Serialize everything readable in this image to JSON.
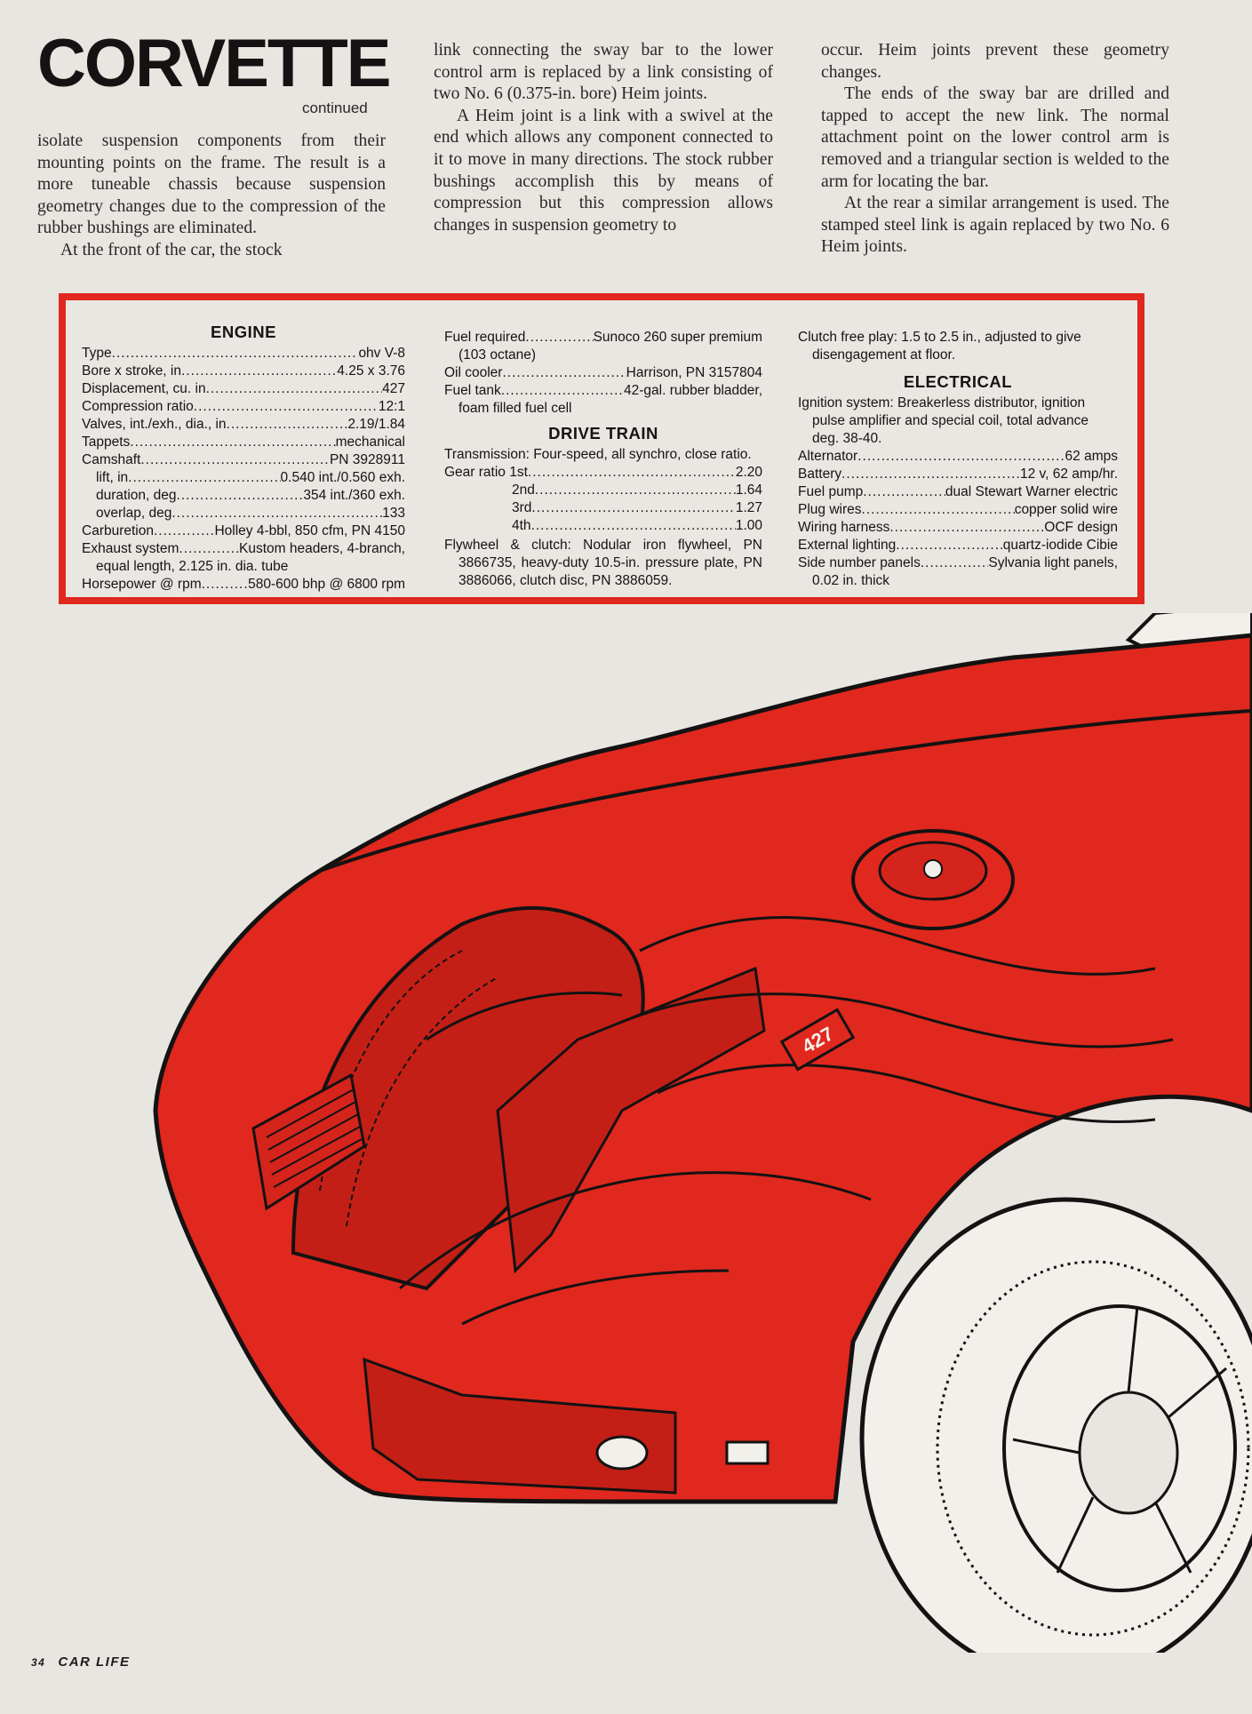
{
  "header": {
    "title": "CORVETTE",
    "subtitle": "continued"
  },
  "article": {
    "col1": [
      "isolate suspension components from their mounting points on the frame. The result is a more tuneable chassis because suspension geometry changes due to the compression of the rubber bushings are eliminated.",
      "At the front of the car, the stock"
    ],
    "col2": [
      "link connecting the sway bar to the lower control arm is replaced by a link consisting of two No. 6 (0.375-in. bore) Heim joints.",
      "A Heim joint is a link with a swivel at the end which allows any component connected to it to move in many directions. The stock rubber bushings accomplish this by means of compression but this compression allows changes in suspension geometry to"
    ],
    "col3": [
      "occur. Heim joints prevent these geometry changes.",
      "The ends of the sway bar are drilled and tapped to accept the new link. The normal attachment point on the lower control arm is removed and a triangular section is welded to the arm for locating the bar.",
      "At the rear a similar arrangement is used. The stamped steel link is again replaced by two No. 6 Heim joints."
    ]
  },
  "specs": {
    "engine": {
      "heading": "ENGINE",
      "type": {
        "label": "Type",
        "value": "ohv V-8"
      },
      "bore": {
        "label": "Bore x stroke, in",
        "value": "4.25 x 3.76"
      },
      "displacement": {
        "label": "Displacement, cu. in",
        "value": "427"
      },
      "compression": {
        "label": "Compression ratio",
        "value": "12:1"
      },
      "valves": {
        "label": "Valves, int./exh., dia., in",
        "value": "2.19/1.84"
      },
      "tappets": {
        "label": "Tappets",
        "value": "mechanical"
      },
      "camshaft": {
        "label": "Camshaft",
        "value": "PN 3928911"
      },
      "lift": {
        "label": "lift, in",
        "value": "0.540 int./0.560 exh."
      },
      "duration": {
        "label": "duration, deg",
        "value": "354 int./360 exh."
      },
      "overlap": {
        "label": "overlap, deg",
        "value": "133"
      },
      "carburetion": {
        "label": "Carburetion",
        "value": "Holley 4-bbl, 850 cfm, PN 4150"
      },
      "exhaust": {
        "label": "Exhaust system",
        "value": "Kustom headers, 4-branch,",
        "cont": "equal length, 2.125 in. dia. tube"
      },
      "horsepower": {
        "label": "Horsepower @ rpm",
        "value": "580-600 bhp @ 6800 rpm"
      }
    },
    "fuel": {
      "required": {
        "label": "Fuel required",
        "value": "Sunoco 260 super premium",
        "cont": "(103 octane)"
      },
      "oil_cooler": {
        "label": "Oil cooler",
        "value": "Harrison, PN 3157804"
      },
      "tank": {
        "label": "Fuel tank",
        "value": "42-gal. rubber bladder,",
        "cont": "foam filled fuel cell"
      }
    },
    "drive_train": {
      "heading": "DRIVE TRAIN",
      "transmission": "Transmission: Four-speed, all synchro, close ratio.",
      "gear1": {
        "label": "Gear ratio 1st",
        "value": "2.20"
      },
      "gear2": {
        "label": "2nd",
        "value": "1.64"
      },
      "gear3": {
        "label": "3rd",
        "value": "1.27"
      },
      "gear4": {
        "label": "4th",
        "value": "1.00"
      },
      "flywheel": "Flywheel & clutch: Nodular iron flywheel, PN 3866735, heavy-duty 10.5-in. pressure plate, PN 3886066, clutch disc, PN 3886059."
    },
    "clutch_free_play": "Clutch free play: 1.5 to 2.5 in., adjusted to give disengagement at floor.",
    "electrical": {
      "heading": "ELECTRICAL",
      "ignition": "Ignition system: Breakerless distributor, ignition pulse amplifier and special coil, total advance deg. 38-40.",
      "alternator": {
        "label": "Alternator",
        "value": "62 amps"
      },
      "battery": {
        "label": "Battery",
        "value": "12 v, 62 amp/hr."
      },
      "fuel_pump": {
        "label": "Fuel pump",
        "value": "dual Stewart Warner electric"
      },
      "plug_wires": {
        "label": "Plug wires",
        "value": "copper solid wire"
      },
      "harness": {
        "label": "Wiring harness",
        "value": "OCF design"
      },
      "lighting": {
        "label": "External lighting",
        "value": "quartz-iodide Cibie"
      },
      "side_panels": {
        "label": "Side number panels",
        "value": "Sylvania light panels,",
        "cont": "0.02 in. thick"
      }
    }
  },
  "illustration": {
    "engine_badge": "427",
    "body_color": "#e0281e"
  },
  "footer": {
    "page_number": "34",
    "magazine": "CAR LIFE"
  }
}
